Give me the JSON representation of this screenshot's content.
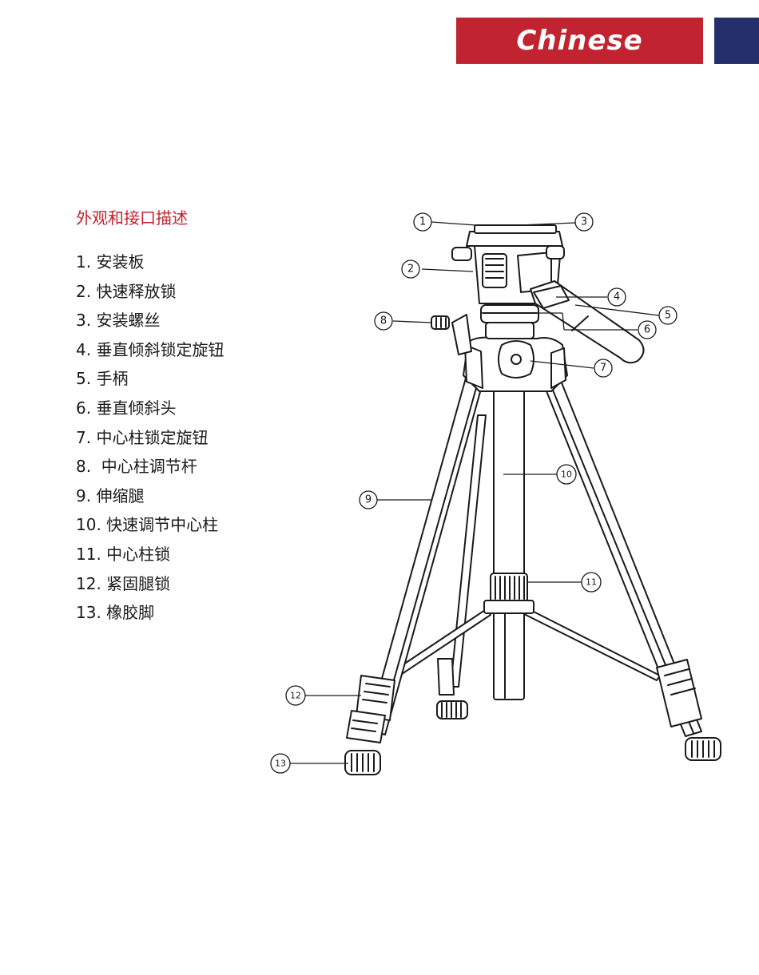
{
  "header": {
    "language_tab_label": "Chinese",
    "accent_color": "#c22330",
    "edge_color": "#23306b"
  },
  "section": {
    "title": "外观和接口描述",
    "title_color": "#c22330"
  },
  "parts": [
    "1. 安装板",
    "2. 快速释放锁",
    "3. 安装螺丝",
    "4. 垂直倾斜锁定旋钮",
    "5. 手柄",
    "6. 垂直倾斜头",
    "7. 中心柱锁定旋钮",
    "8.  中心柱调节杆",
    "9. 伸缩腿",
    "10. 快速调节中心柱",
    "11. 中心柱锁",
    "12. 紧固腿锁",
    "13. 橡胶脚"
  ],
  "diagram": {
    "callouts": [
      "1",
      "2",
      "3",
      "4",
      "5",
      "6",
      "7",
      "8",
      "9",
      "10",
      "11",
      "12",
      "13"
    ]
  }
}
